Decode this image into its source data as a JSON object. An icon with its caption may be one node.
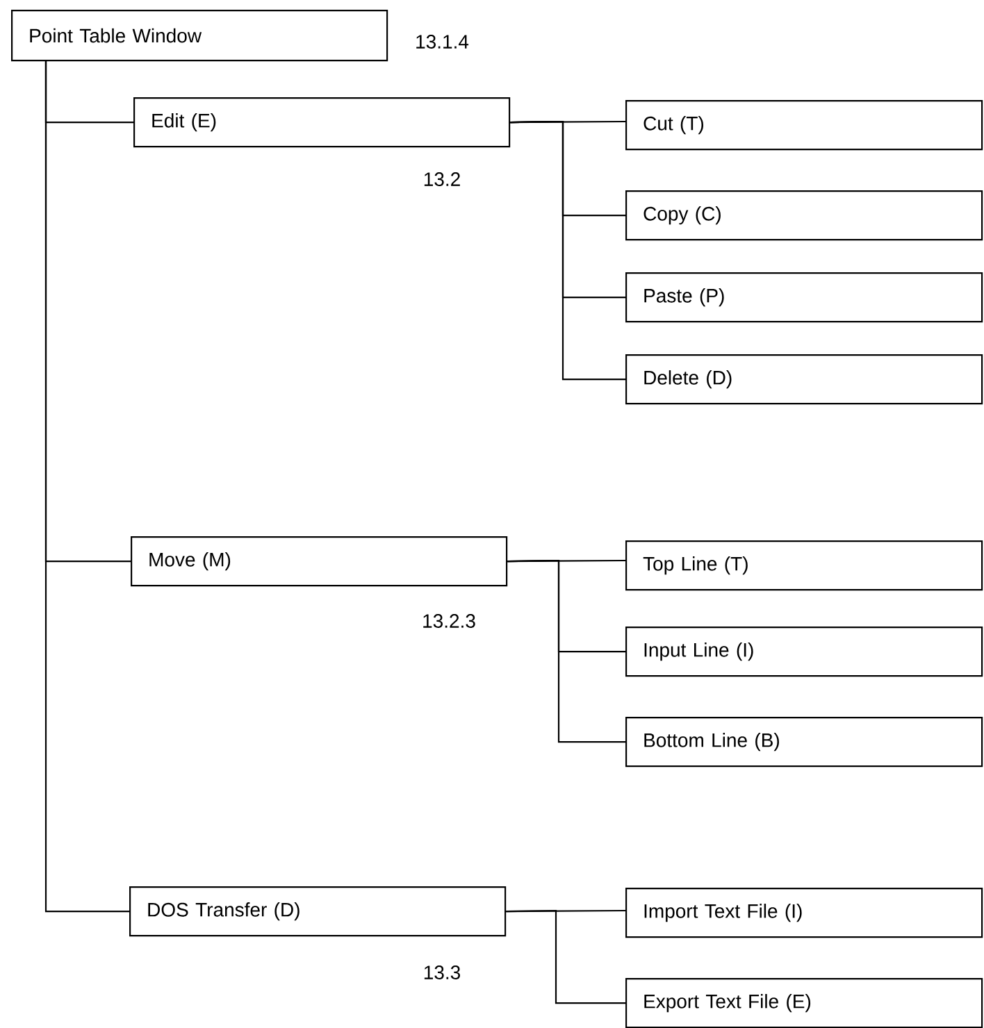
{
  "diagram": {
    "nodes": [
      {
        "text": [
          "Point Table Window"
        ],
        "beside": [
          "13.1.4"
        ]
      },
      {
        "text": [
          "Edit (E)"
        ],
        "beside": [
          "13.2"
        ]
      },
      {
        "text": [
          "Cut (T)"
        ]
      },
      {
        "text": [
          "Copy (C)"
        ]
      },
      {
        "text": [
          "Paste (P)"
        ]
      },
      {
        "text": [
          "Delete (D)"
        ]
      },
      {
        "text": [
          "Move (M)"
        ],
        "beside": [
          "13.2.3"
        ]
      },
      {
        "text": [
          "Top Line (T)"
        ]
      },
      {
        "text": [
          "Input Line (I)"
        ]
      },
      {
        "text": [
          "Bottom Line (B)"
        ]
      },
      {
        "text": [
          "DOS Transfer (D)"
        ],
        "beside": [
          "13.3"
        ]
      },
      {
        "text": [
          "Import Text File (I)"
        ]
      },
      {
        "text": [
          "Export Text File (E)"
        ]
      }
    ],
    "edges": [
      {
        "from": 0,
        "to": 1,
        "arrow": "none"
      },
      {
        "from": 0,
        "to": 6,
        "arrow": "none"
      },
      {
        "from": 0,
        "to": 10,
        "arrow": "none"
      },
      {
        "from": 1,
        "to": 2,
        "arrow": "none"
      },
      {
        "from": 1,
        "to": 3,
        "arrow": "none"
      },
      {
        "from": 1,
        "to": 4,
        "arrow": "none"
      },
      {
        "from": 1,
        "to": 5,
        "arrow": "none"
      },
      {
        "from": 6,
        "to": 7,
        "arrow": "none"
      },
      {
        "from": 6,
        "to": 8,
        "arrow": "none"
      },
      {
        "from": 6,
        "to": 9,
        "arrow": "none"
      },
      {
        "from": 10,
        "to": 11,
        "arrow": "none"
      },
      {
        "from": 10,
        "to": 12,
        "arrow": "none"
      }
    ]
  }
}
